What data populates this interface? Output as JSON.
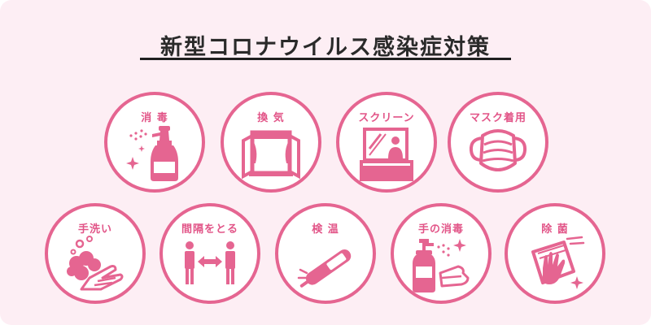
{
  "title": "新型コロナウイルス感染症対策",
  "colors": {
    "accent": "#e56591",
    "label": "#e25588",
    "background": "#fdeef4",
    "ink": "#2a2a2a"
  },
  "items": [
    {
      "label": "消 毒",
      "icon": "spray-bottle-icon"
    },
    {
      "label": "換 気",
      "icon": "open-window-icon"
    },
    {
      "label": "スクリーン",
      "icon": "screen-partition-icon"
    },
    {
      "label": "マスク着用",
      "icon": "face-mask-icon"
    },
    {
      "label": "手洗い",
      "icon": "hand-washing-icon"
    },
    {
      "label": "間隔をとる",
      "icon": "social-distance-icon"
    },
    {
      "label": "検 温",
      "icon": "thermometer-icon"
    },
    {
      "label": "手の消毒",
      "icon": "hand-sanitizer-icon"
    },
    {
      "label": "除 菌",
      "icon": "wiping-hand-icon"
    }
  ]
}
